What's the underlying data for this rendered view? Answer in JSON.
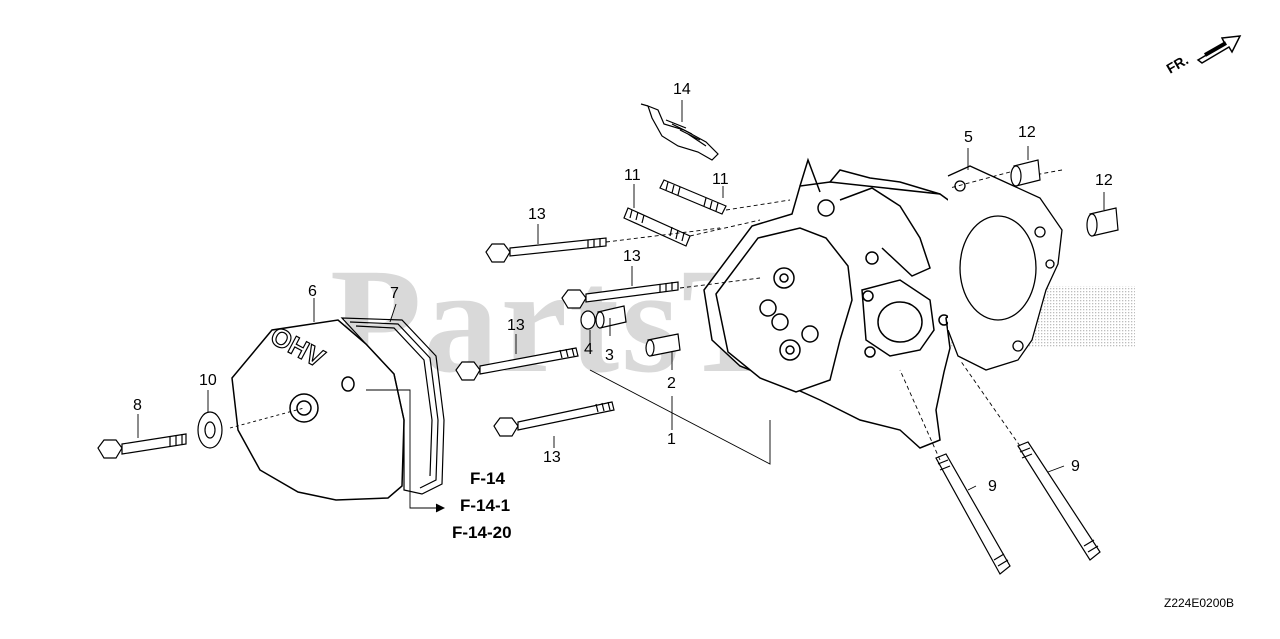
{
  "watermark": "PartsTre",
  "direction_label": "FR.",
  "diagram_code": "Z224E0200B",
  "references": [
    "F-14",
    "F-14-1",
    "F-14-20"
  ],
  "cover_emboss": "OHV",
  "callouts": {
    "c1": "1",
    "c2": "2",
    "c3": "3",
    "c4": "4",
    "c5": "5",
    "c6": "6",
    "c7": "7",
    "c8": "8",
    "c9a": "9",
    "c9b": "9",
    "c10": "10",
    "c11a": "11",
    "c11b": "11",
    "c12a": "12",
    "c12b": "12",
    "c13a": "13",
    "c13b": "13",
    "c13c": "13",
    "c13d": "13",
    "c14": "14"
  }
}
